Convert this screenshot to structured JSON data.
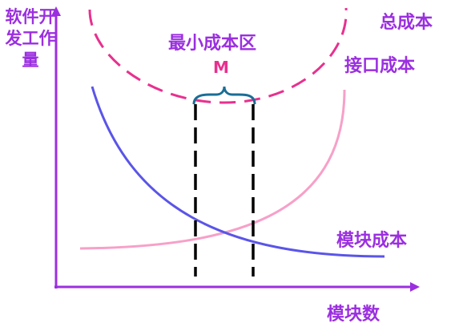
{
  "diagram": {
    "y_axis_label": "软件开发工作量",
    "x_axis_label": "模块数",
    "total_cost_label": "总成本",
    "interface_cost_label": "接口成本",
    "module_cost_label": "模块成本",
    "min_cost_region_label": "最小成本区",
    "optimal_marker": "M"
  },
  "colors": {
    "axis": "#9b2fe0",
    "label_purple": "#9b2fe0",
    "total_cost_curve": "#e8308f",
    "interface_cost_curve": "#f7a0c8",
    "module_cost_curve": "#5a55e8",
    "bracket": "#1a6e96",
    "marker": "#e8308f",
    "guide_lines": "#000000"
  }
}
